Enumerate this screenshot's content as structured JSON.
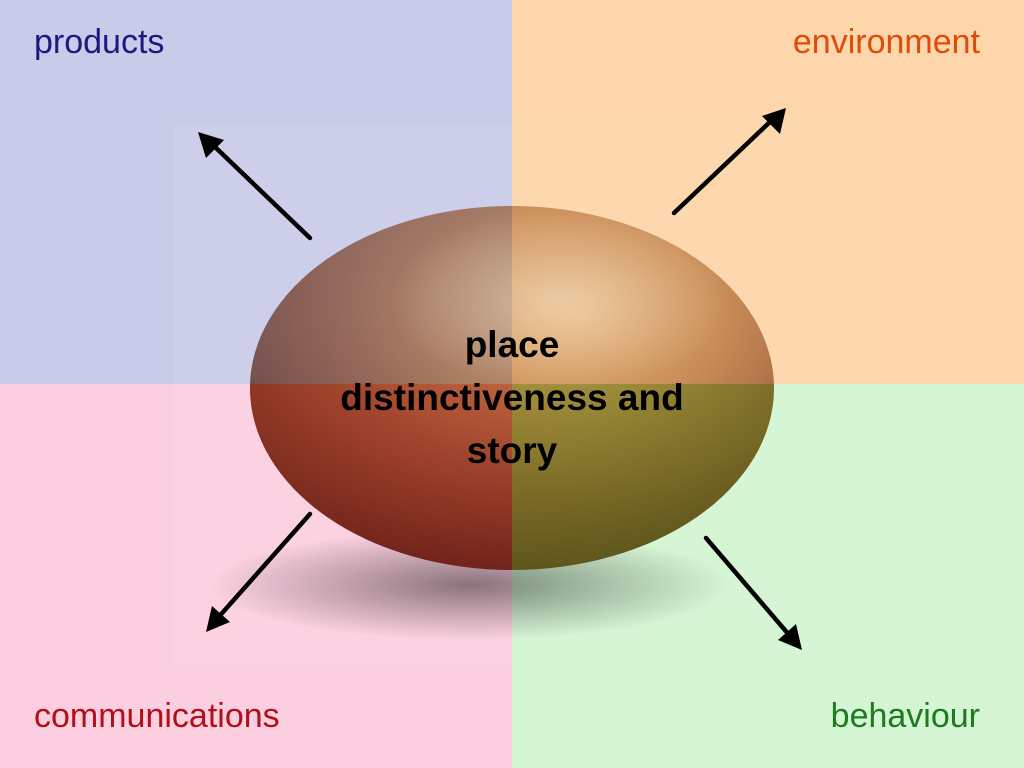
{
  "colors": {
    "products_bg": "#c9cbe9",
    "environment_bg": "#fdd6ab",
    "communications_bg": "#fccfe0",
    "behaviour_bg": "#d4f5d3",
    "products_text": "#1a1a80",
    "environment_text": "#e04a0a",
    "communications_text": "#b0101a",
    "behaviour_text": "#1e7a1e",
    "center_text": "#000000",
    "arrow": "#000000"
  },
  "quadrants": {
    "products": "products",
    "environment": "environment",
    "communications": "communications",
    "behaviour": "behaviour"
  },
  "center": {
    "line1": "place",
    "line2": "distinctiveness and",
    "line3": "story"
  },
  "image": {
    "subject": "egg"
  },
  "icons": [
    "arrow-up-left-icon",
    "arrow-up-right-icon",
    "arrow-down-left-icon",
    "arrow-down-right-icon"
  ]
}
